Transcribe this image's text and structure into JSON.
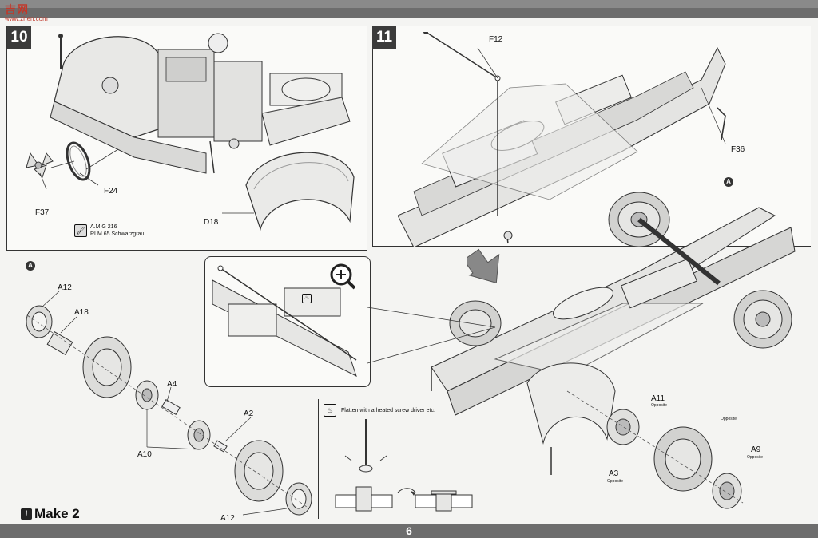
{
  "page": {
    "number": "6"
  },
  "watermark": {
    "text": "吉网",
    "url": "www.zhen.com"
  },
  "step10": {
    "badge": "10",
    "parts": [
      "F37",
      "F24",
      "D18"
    ],
    "paint": {
      "code": "A.MIG 216",
      "name": "RLM 65 Schwarzgrau"
    }
  },
  "step11": {
    "badge": "11",
    "parts": [
      "F12",
      "F36",
      "A11",
      "A3",
      "A9"
    ],
    "sub_labels": {
      "a11": "Opposite",
      "a3": "Opposite",
      "mid": "Opposite",
      "a9": "Opposite"
    },
    "marker": "A"
  },
  "subassembly_a": {
    "marker": "A",
    "parts": [
      "A12",
      "A18",
      "A4",
      "A2",
      "A10",
      "A12"
    ],
    "make_count": "Make 2"
  },
  "hint": {
    "text": "Flatten with a heated screw driver etc."
  },
  "colors": {
    "strip": "#6d6d6d",
    "badge": "#3b3b3b",
    "watermark": "#c0392b"
  }
}
